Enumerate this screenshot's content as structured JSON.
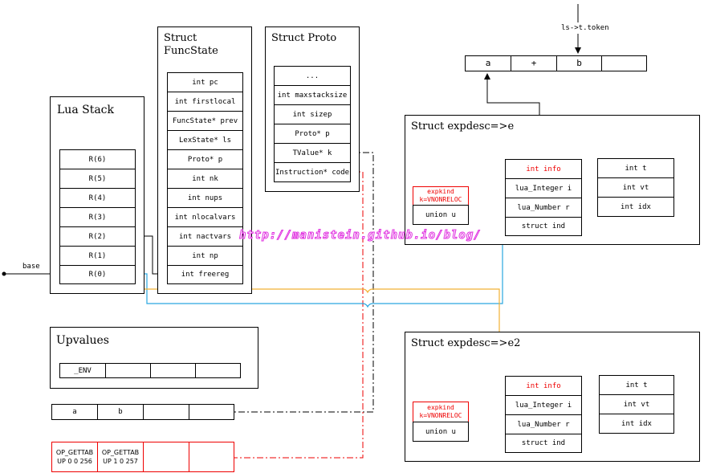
{
  "lua_stack": {
    "title": "Lua Stack",
    "slots": [
      "R(6)",
      "R(5)",
      "R(4)",
      "R(3)",
      "R(2)",
      "R(1)",
      "R(0)"
    ],
    "base_label": "base"
  },
  "funcstate": {
    "title": "Struct\nFuncState",
    "fields": [
      "int pc",
      "int firstlocal",
      "FuncState* prev",
      "LexState* ls",
      "Proto* p",
      "int nk",
      "int nups",
      "int nlocalvars",
      "int nactvars",
      "int np",
      "int freereg"
    ]
  },
  "proto": {
    "title": "Struct Proto",
    "fields": [
      "...",
      "int maxstacksize",
      "int sizep",
      "Proto* p",
      "TValue* k",
      "Instruction* code"
    ]
  },
  "upvalues": {
    "title": "Upvalues",
    "cells": [
      "_ENV",
      "",
      "",
      ""
    ]
  },
  "constants": {
    "cells": [
      "a",
      "b",
      "",
      ""
    ]
  },
  "code": {
    "cells": [
      "OP_GETTAB\nUP 0 0 256",
      "OP_GETTAB\nUP 1 0 257",
      "",
      ""
    ]
  },
  "token": {
    "label": "ls->t.token",
    "cells": [
      "a",
      "+",
      "b",
      ""
    ]
  },
  "expdesc_e": {
    "title": "Struct expdesc=>e",
    "kind": "expkind\nk=VNONRELOC",
    "union": "union u",
    "union_fields": [
      "int info",
      "lua_Integer i",
      "lua_Number r",
      "struct ind"
    ],
    "ind_fields": [
      "int t",
      "int vt",
      "int idx"
    ]
  },
  "expdesc_e2": {
    "title": "Struct expdesc=>e2",
    "kind": "expkind\nk=VNONRELOC",
    "union": "union u",
    "union_fields": [
      "int info",
      "lua_Integer i",
      "lua_Number r",
      "struct ind"
    ],
    "ind_fields": [
      "int t",
      "int vt",
      "int idx"
    ]
  },
  "watermark": "http://manistein.github.io/blog/",
  "colors": {
    "red": "#ee0000",
    "blue": "#2aa7e0",
    "orange": "#f2b134",
    "watermark": "#e030e0"
  }
}
